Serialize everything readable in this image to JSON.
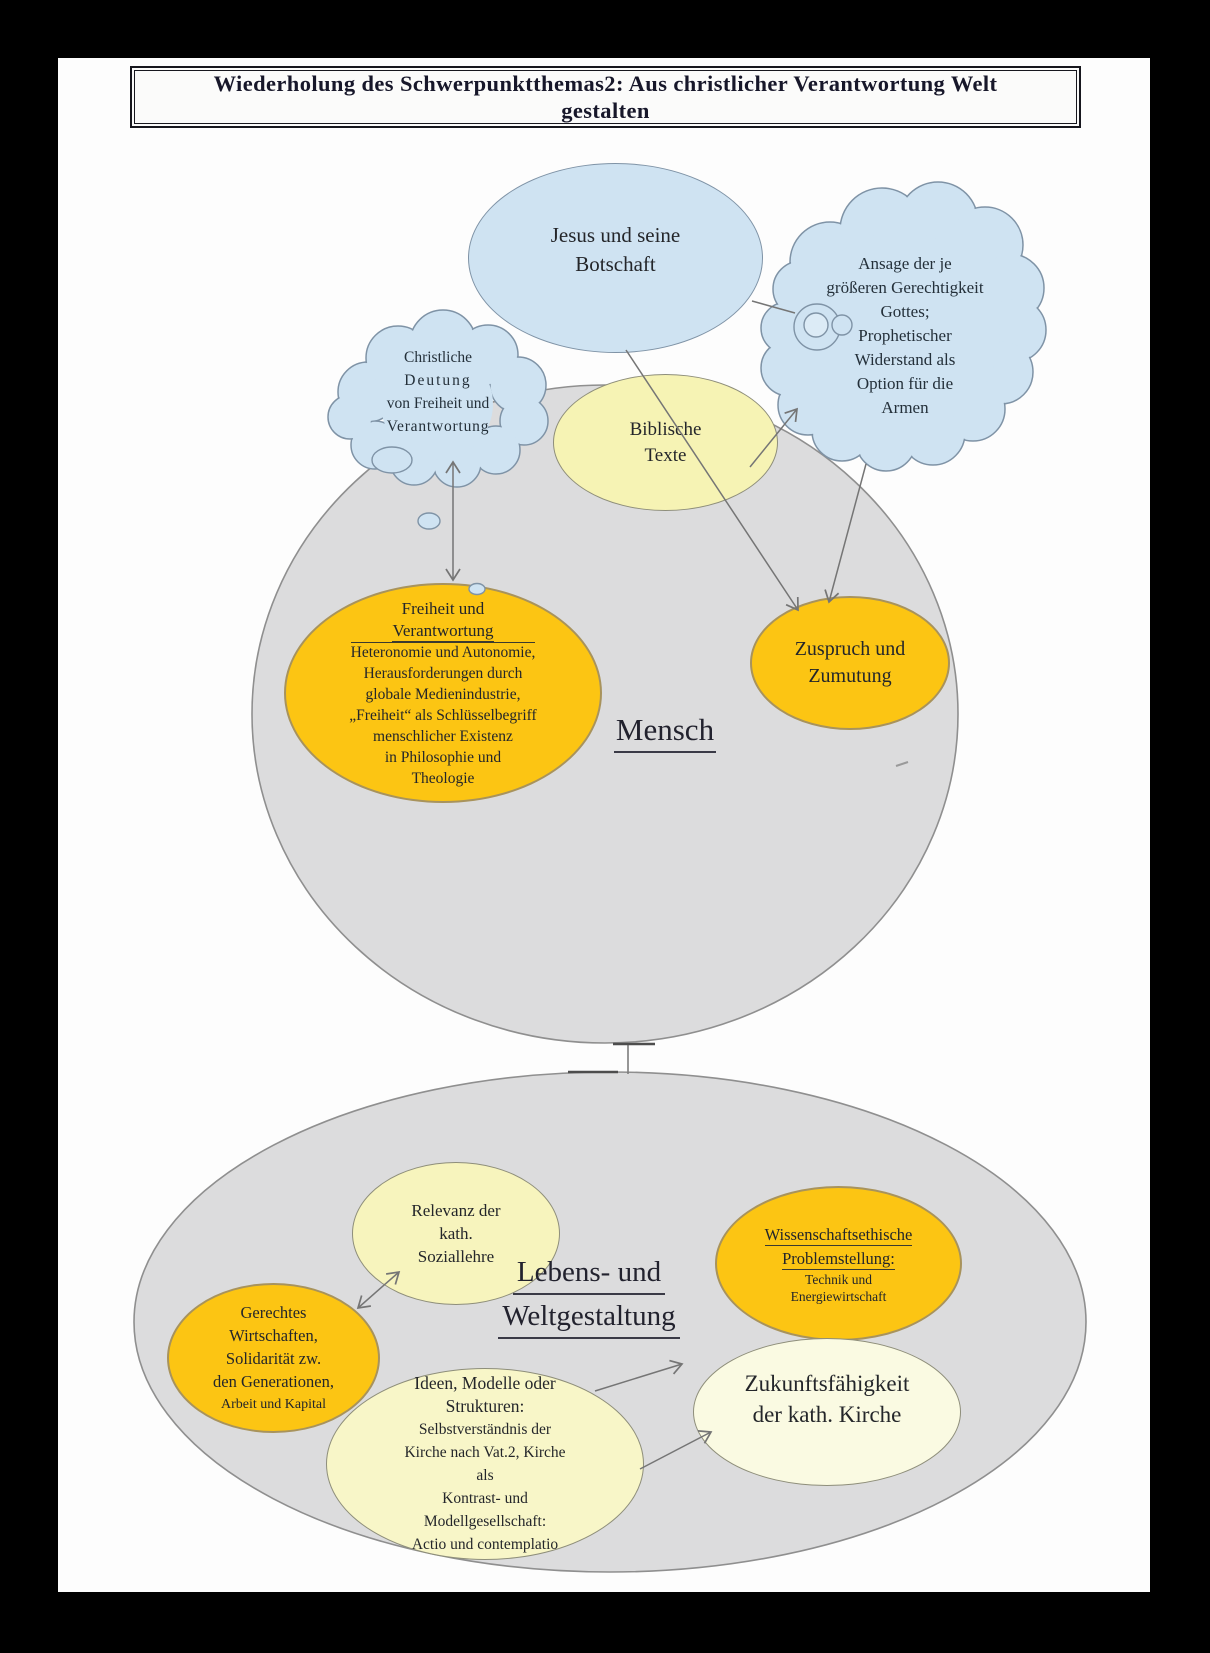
{
  "title": {
    "line1": "Wiederholung des Schwerpunktthemas2: Aus christlicher Verantwortung Welt",
    "line2": "gestalten"
  },
  "labels": {
    "mensch": "Mensch",
    "lebens1": "Lebens- und",
    "lebens2": "Weltgestaltung"
  },
  "clouds": {
    "christliche": {
      "l0": "Christliche",
      "l1": "Deutung",
      "l2": "von Freiheit und",
      "l3": "Verantwortung"
    },
    "ansage": {
      "l0": "Ansage der je",
      "l1": "größeren Gerechtigkeit",
      "l2": "Gottes;",
      "l3": "Prophetischer",
      "l4": "Widerstand als",
      "l5": "Option für die",
      "l6": "Armen"
    }
  },
  "nodes": {
    "jesus": {
      "l0": "Jesus und seine",
      "l1": "Botschaft"
    },
    "biblische": {
      "l0": "Biblische",
      "l1": "Texte"
    },
    "freiheit": {
      "h0": "Freiheit und",
      "h1": "Verantwortung",
      "l0": "Heteronomie und Autonomie,",
      "l1": "Herausforderungen durch",
      "l2": "globale Medienindustrie,",
      "l3": "„Freiheit“ als Schlüsselbegriff",
      "l4": "menschlicher Existenz",
      "l5": "in Philosophie und",
      "l6": "Theologie"
    },
    "zuspruch": {
      "l0": "Zuspruch und",
      "l1": "Zumutung"
    },
    "relevanz": {
      "l0": "Relevanz der",
      "l1": "kath.",
      "l2": "Soziallehre"
    },
    "gerechtes": {
      "l0": "Gerechtes",
      "l1": "Wirtschaften,",
      "l2": "Solidarität zw.",
      "l3": "den Generationen,",
      "l4": "Arbeit und Kapital"
    },
    "wissenschaft": {
      "h0": "Wissenschaftsethische",
      "h1": "Problemstellung:",
      "s0": "Technik und",
      "s1": "Energiewirtschaft"
    },
    "ideen": {
      "l0": "Ideen, Modelle oder",
      "l1": "Strukturen:",
      "l2": "Selbstverständnis der",
      "l3": "Kirche nach Vat.2, Kirche",
      "l4": "als",
      "l5": "Kontrast- und",
      "l6": "Modellgesellschaft:",
      "l7": "Actio und contemplatio"
    },
    "zukunft": {
      "l0": "Zukunftsfähigkeit",
      "l1": "der kath. Kirche"
    }
  },
  "colors": {
    "light_blue": "#cfe3f2",
    "pale_yellow": "#f7f4bd",
    "golden_orange": "#fcc513",
    "diagram_gray": "#dcdcdd",
    "line_gray": "#7d7d7d"
  }
}
